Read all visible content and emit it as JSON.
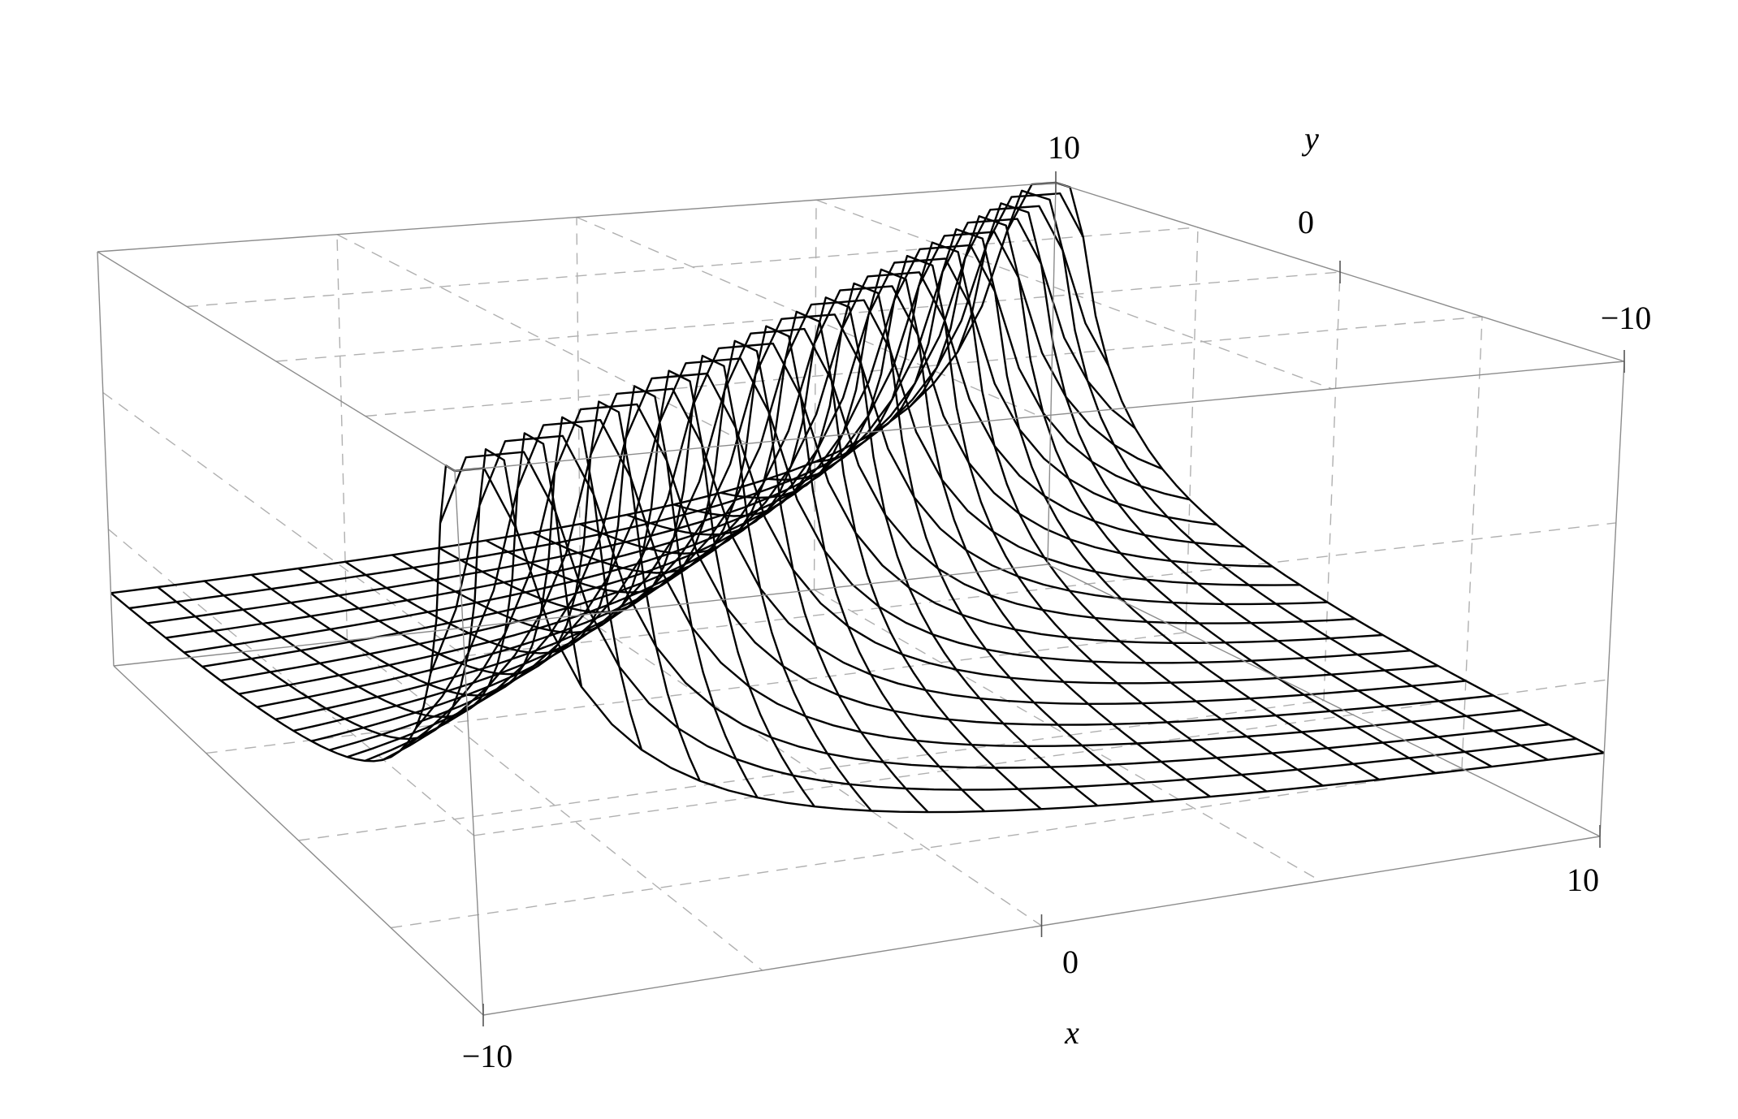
{
  "chart_data": {
    "type": "surface3d",
    "title": "",
    "xlabel": "x",
    "ylabel": "y",
    "zlabel": "",
    "xlim": [
      -10,
      10
    ],
    "ylim": [
      -10,
      10
    ],
    "x_ticks": [
      {
        "value": -10,
        "label": "−10"
      },
      {
        "value": 0,
        "label": "0"
      },
      {
        "value": 10,
        "label": "10"
      }
    ],
    "y_ticks": [
      {
        "value": 10,
        "label": "10"
      },
      {
        "value": 0,
        "label": "0"
      },
      {
        "value": -10,
        "label": "−10"
      }
    ],
    "style": "wireframe",
    "mesh_color": "#000000",
    "box_color": "#8c8c8c",
    "grid": true
  }
}
